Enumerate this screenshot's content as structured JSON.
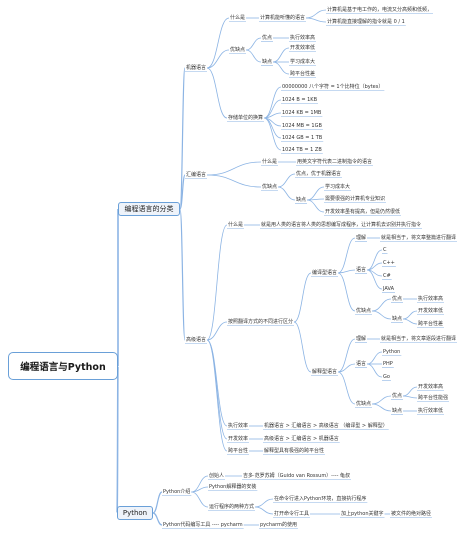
{
  "root": "编程语言与Python",
  "branch_lang": "编程语言的分类",
  "branch_py": "Python",
  "n": {
    "jqyy": "机器语言",
    "hbyy": "汇编语言",
    "gjyy": "高级语言",
    "jq_ssm": "什么是",
    "jq_ssm_t": "计算机能听懂的语言",
    "jq_ssm_a": "计算机是基于电工作的，电流又分高频和低频，",
    "jq_ssm_b": "计算机能直接理解的指令就是 0 / 1",
    "jq_yqd": "优缺点",
    "jq_yd": "优点",
    "jq_yd_t": "执行效率高",
    "jq_qd": "缺点",
    "jq_qd1": "开发效率低",
    "jq_qd2": "学习成本大",
    "jq_qd3": "跨平台性差",
    "cc": "存储单位的换算",
    "cc1": "00000000  八个字符 = 1个比特位（bytes）",
    "cc2": "1024 B = 1KB",
    "cc3": "1024 KB = 1MB",
    "cc4": "1024 MB = 1GB",
    "cc5": "1024 GB = 1 TB",
    "cc6": "1024 TB = 1 ZB",
    "hb_ssm": "什么是",
    "hb_ssm_t": "用英文字符代表二进制指令的语言",
    "hb_yqd": "优缺点",
    "hb_yd": "优点，优于机器语言",
    "hb_qd": "缺点",
    "hb_qd1": "学习成本大",
    "hb_qd2": "需要很强的计算机专业知识",
    "hb_qd3": "开发效率虽有提高，但是仍然很低",
    "gj_ssm": "什么是",
    "gj_ssm_t": "就是用人类的语言将人类的思想编写成程序，让计算机去识别并执行指令",
    "gj_fl": "按照翻译方式的不同进行区分",
    "by": "编译型语言",
    "by_ll": "理解",
    "by_ll_t": "就是相当于，将文章整篇进行翻译",
    "by_yy": "语言",
    "by_c": "C",
    "by_cpp": "C++",
    "by_cs": "C#",
    "by_java": "JAVA",
    "by_yqd": "优缺点",
    "by_yd": "优点",
    "by_yd_t": "执行效率高",
    "by_qd": "缺点",
    "by_qd1": "开发效率低",
    "by_qd2": "跨平台性差",
    "js": "解释型语言",
    "js_ll": "理解",
    "js_ll_t": "就是相当于，将文章逐段进行翻译",
    "js_yy": "语言",
    "js_py": "Python",
    "js_php": "PHP",
    "js_go": "Go",
    "js_yqd": "优缺点",
    "js_yd": "优点",
    "js_yd1": "开发效率高",
    "js_yd2": "跨平台性能强",
    "js_qd": "缺点",
    "js_qd1": "执行效率低",
    "zxxl": "执行效率",
    "zxxl_t": "机器语言 > 汇编语言 > 高级语言 （编译型 > 解释型）",
    "kfxl": "开发效率",
    "kfxl_t": "高级语言 > 汇编语言 > 机器语言",
    "kpt": "跨平台性",
    "kpt_t": "解释型具有极强的跨平台性",
    "py_js": "Python介绍",
    "py_cjr": "创始人",
    "py_cjr_t": "吉多·范罗苏姆（Guido van Rossum）---- 龟叔",
    "py_jsq": "Python解释器的安装",
    "py_yx": "运行程序的两种方式",
    "py_yx1": "在命令行进入Python环境，直接执行程序",
    "py_yx2": "打开命令行工具",
    "py_yx2a": "加上python关键字",
    "py_yx2b": "被文件的绝对路径",
    "py_gj": "Python代码编写工具 ---- pycharm",
    "py_gj_t": "pycharm的使用"
  },
  "colors": {
    "edge": "#8cb4e4",
    "node_border": "#6aa0d8",
    "branch_fill": "#eef3fa"
  }
}
